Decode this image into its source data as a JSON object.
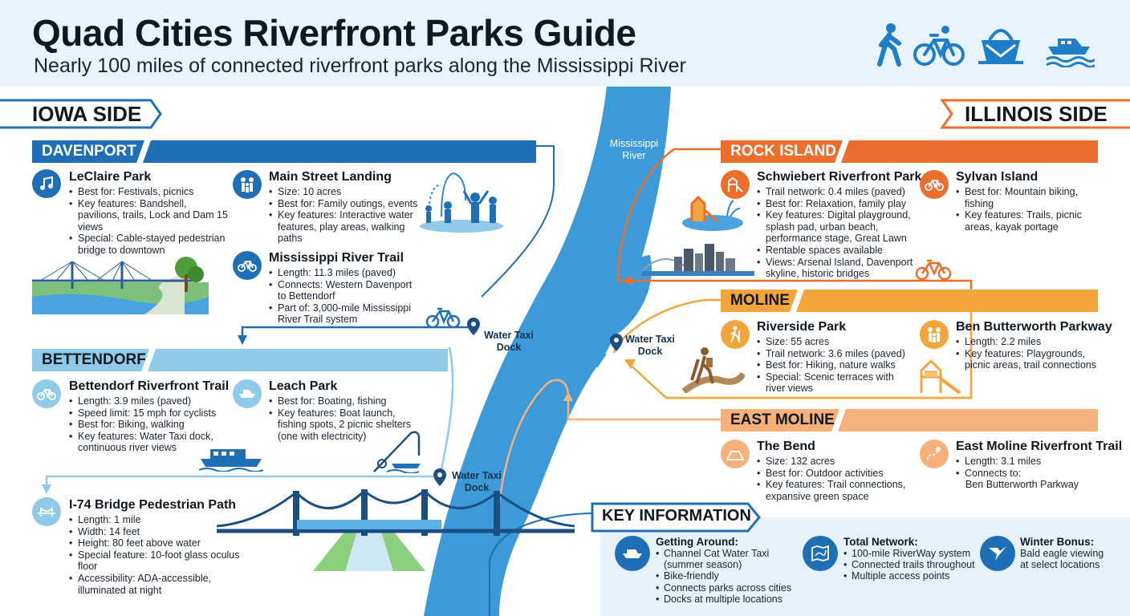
{
  "header": {
    "title": "Quad Cities Riverfront Parks Guide",
    "subtitle": "Nearly 100 miles of connected riverfront parks along the Mississippi River",
    "icons": [
      "walking-icon",
      "bicycle-icon",
      "picnic-basket-icon",
      "boat-icon"
    ]
  },
  "sides": {
    "iowa": "IOWA SIDE",
    "illinois": "ILLINOIS SIDE"
  },
  "river": {
    "label": "Mississippi River"
  },
  "docks": [
    "Water Taxi Dock",
    "Water Taxi Dock",
    "Water Taxi Dock"
  ],
  "colors": {
    "blue": "#1e6fb6",
    "light_blue": "#8fcbe8",
    "river": "#3d9ad8",
    "orange": "#ec6e2d",
    "amber": "#f3a43a",
    "peach": "#f6b07a",
    "navy": "#1b5b99"
  },
  "davenport": {
    "name": "DAVENPORT",
    "leclaire": {
      "title": "LeClaire Park",
      "items": [
        "Best for: Festivals, picnics",
        "Key features: Bandshell, pavilions, trails, Lock and Dam 15 views",
        "Special: Cable-stayed pedestrian bridge to downtown"
      ]
    },
    "main_street": {
      "title": "Main Street Landing",
      "items": [
        "Size: 10 acres",
        "Best for: Family outings, events",
        "Key features: Interactive water features, play areas, walking paths"
      ]
    },
    "river_trail": {
      "title": "Mississippi River Trail",
      "items": [
        "Length: 11.3 miles (paved)",
        "Connects: Western Davenport to Bettendorf",
        "Part of: 3,000-mile Mississippi River Trail system"
      ]
    }
  },
  "bettendorf": {
    "name": "BETTENDORF",
    "riverfront_trail": {
      "title": "Bettendorf Riverfront Trail",
      "items": [
        "Length: 3.9 miles (paved)",
        "Speed limit: 15 mph for cyclists",
        "Best for: Biking, walking",
        "Key features: Water Taxi dock, continuous river views"
      ]
    },
    "leach": {
      "title": "Leach Park",
      "items": [
        "Best for: Boating, fishing",
        "Key features: Boat launch, fishing spots, 2 picnic shelters (one with electricity)"
      ]
    },
    "i74": {
      "title": "I-74 Bridge Pedestrian Path",
      "items": [
        "Length: 1 mile",
        "Width: 14 feet",
        "Height: 80 feet above water",
        "Special feature: 10-foot glass oculus floor",
        "Accessibility: ADA-accessible, illuminated at night"
      ]
    }
  },
  "rock_island": {
    "name": "ROCK ISLAND",
    "schwiebert": {
      "title": "Schwiebert Riverfront Park",
      "items": [
        "Trail network: 0.4 miles (paved)",
        "Best for: Relaxation, family play",
        "Key features: Digital playground, splash pad, urban beach, performance stage, Great Lawn",
        "Rentable spaces available",
        "Views: Arsenal Island, Davenport skyline, historic bridges"
      ]
    },
    "sylvan": {
      "title": "Sylvan Island",
      "items": [
        "Best for: Mountain biking, fishing",
        "Key features: Trails, picnic areas, kayak portage"
      ]
    }
  },
  "moline": {
    "name": "MOLINE",
    "riverside": {
      "title": "Riverside Park",
      "items": [
        "Size: 55 acres",
        "Trail network: 3.6 miles (paved)",
        "Best for: Hiking, nature walks",
        "Special: Scenic terraces with river views"
      ]
    },
    "butterworth": {
      "title": "Ben Butterworth Parkway",
      "items": [
        "Length: 2.2 miles",
        "Key features: Playgrounds, picnic areas, trail connections"
      ]
    }
  },
  "east_moline": {
    "name": "EAST MOLINE",
    "bend": {
      "title": "The Bend",
      "items": [
        "Size: 132 acres",
        "Best for: Outdoor activities",
        "Key features: Trail connections, expansive green space"
      ]
    },
    "em_trail": {
      "title": "East Moline Riverfront Trail",
      "items": [
        "Length: 3.1 miles",
        "Connects to:"
      ],
      "extra": "Ben Butterworth Parkway"
    }
  },
  "key_info": {
    "title": "KEY INFORMATION",
    "getting_around": {
      "title": "Getting Around:",
      "items": [
        "Channel Cat Water Taxi (summer season)",
        "Bike-friendly",
        "Connects parks across cities",
        "Docks at multiple locations"
      ]
    },
    "network": {
      "title": "Total Network:",
      "items": [
        "100-mile RiverWay system",
        "Connected trails throughout",
        "Multiple access points"
      ]
    },
    "winter": {
      "title": "Winter Bonus:",
      "lines": [
        "Bald eagle viewing",
        "at select locations"
      ]
    }
  }
}
